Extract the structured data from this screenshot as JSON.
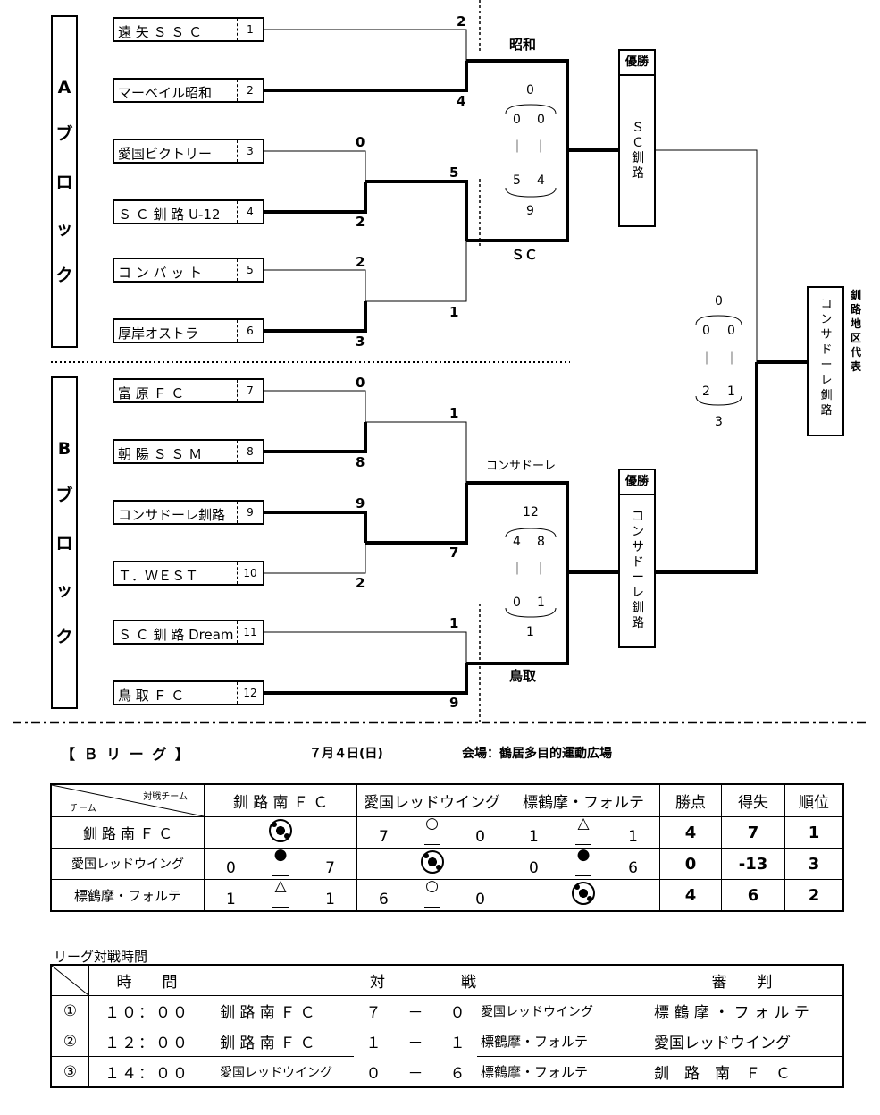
{
  "bracket": {
    "blocks": [
      {
        "label": "Aブロック",
        "chars": [
          "A",
          "ブ",
          "ロ",
          "ッ",
          "ク"
        ]
      },
      {
        "label": "Bブロック",
        "chars": [
          "B",
          "ブ",
          "ロ",
          "ッ",
          "ク"
        ]
      }
    ],
    "teams": [
      {
        "name": "遠 矢 Ｓ Ｓ Ｃ",
        "no": "1"
      },
      {
        "name": "マーベイル昭和",
        "no": "2"
      },
      {
        "name": "愛国ビクトリー",
        "no": "3"
      },
      {
        "name": "Ｓ Ｃ 釧 路 U-12",
        "no": "4"
      },
      {
        "name": "コ ン バ ッ ト",
        "no": "5"
      },
      {
        "name": "厚岸オストラ",
        "no": "6"
      },
      {
        "name": "富  原   Ｆ   Ｃ",
        "no": "7"
      },
      {
        "name": "朝 陽 Ｓ Ｓ Ｍ",
        "no": "8"
      },
      {
        "name": "コンサドーレ釧路",
        "no": "9"
      },
      {
        "name": "Ｔ．ＷＥＳＴ",
        "no": "10"
      },
      {
        "name": "Ｓ Ｃ 釧 路 Dream",
        "no": "11"
      },
      {
        "name": "鳥  取   Ｆ   Ｃ",
        "no": "12"
      }
    ],
    "scores": {
      "m1_top": "2",
      "m1_bot": "4",
      "m2_top": "0",
      "m2_bot": "2",
      "m3_top": "2",
      "m3_bot": "3",
      "m4_top": "5",
      "m4_bot": "1",
      "m5_top": "0",
      "m5_bot": "8",
      "m6_top": "9",
      "m6_bot": "2",
      "m7_top": "1",
      "m7_bot": "9",
      "m8_top": "1",
      "m8_bot": "7"
    },
    "semis": {
      "a_top_label": "昭和",
      "a_bot_label": "ＳＣ",
      "a_total_top": "0",
      "a_total_bot": "9",
      "a_pk": [
        "0",
        "0",
        "｜",
        "｜",
        "5",
        "4"
      ],
      "b_top_label": "コンサドーレ",
      "b_bot_label": "鳥取",
      "b_total_top": "12",
      "b_total_bot": "1",
      "b_pk": [
        "4",
        "8",
        "｜",
        "｜",
        "0",
        "1"
      ]
    },
    "winners": [
      {
        "title": "優勝",
        "name": "ＳＣ釧路"
      },
      {
        "title": "優勝",
        "name": "コンサドーレ釧路"
      }
    ],
    "final": {
      "total_top": "0",
      "total_bot": "3",
      "pk": [
        "0",
        "0",
        "｜",
        "｜",
        "2",
        "1"
      ],
      "champion": "コンサドーレ釧路",
      "rep_label": "釧路地区代表"
    }
  },
  "league": {
    "title": "【 Ｂ リ ー グ 】",
    "date": "７月４日(日)",
    "venue": "会場：鶴居多目的運動広場",
    "corner_team": "チーム",
    "corner_opp": "対戦チーム",
    "headers": [
      "釧 路 南 Ｆ Ｃ",
      "愛国レッドウイング",
      "標鶴摩・フォルテ",
      "勝点",
      "得失",
      "順位"
    ],
    "rows": [
      {
        "team": "釧 路 南 Ｆ Ｃ",
        "results": [
          null,
          {
            "l": "7",
            "m": "○",
            "r": "0"
          },
          {
            "l": "1",
            "m": "△",
            "r": "1"
          }
        ],
        "points": "4",
        "diff": "7",
        "rank": "1"
      },
      {
        "team": "愛国レッドウイング",
        "results": [
          {
            "l": "0",
            "m": "●",
            "r": "7"
          },
          null,
          {
            "l": "0",
            "m": "●",
            "r": "6"
          }
        ],
        "points": "0",
        "diff": "-13",
        "rank": "3"
      },
      {
        "team": "標鶴摩・フォルテ",
        "results": [
          {
            "l": "1",
            "m": "△",
            "r": "1"
          },
          {
            "l": "6",
            "m": "○",
            "r": "0"
          },
          null
        ],
        "points": "4",
        "diff": "6",
        "rank": "2"
      }
    ]
  },
  "schedule": {
    "title": "リーグ対戦時間",
    "headers": [
      "時　　間",
      "対　　　　　戦",
      "審　　判"
    ],
    "rows": [
      {
        "no": "①",
        "time": "１０：００",
        "home": "釧 路 南 Ｆ Ｃ",
        "hs": "７",
        "dash": "－",
        "as": "０",
        "away": "愛国レッドウイング",
        "ref": "標 鶴 摩 ・ フ ォ ル テ"
      },
      {
        "no": "②",
        "time": "１２：００",
        "home": "釧 路 南 Ｆ Ｃ",
        "hs": "１",
        "dash": "－",
        "as": "１",
        "away": "標鶴摩・フォルテ",
        "ref": "愛国レッドウイング"
      },
      {
        "no": "③",
        "time": "１４：００",
        "home": "愛国レッドウイング",
        "hs": "０",
        "dash": "－",
        "as": "６",
        "away": "標鶴摩・フォルテ",
        "ref": "釧　路　南　Ｆ　Ｃ"
      }
    ]
  }
}
